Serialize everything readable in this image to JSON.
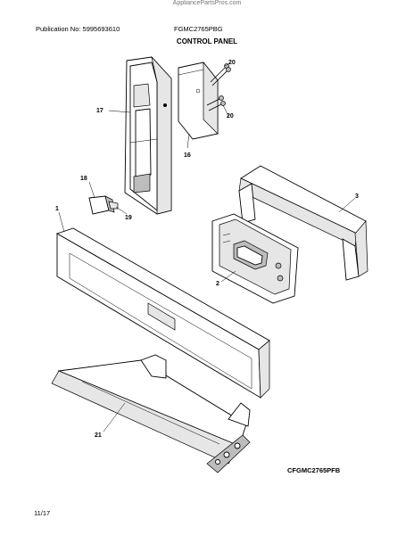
{
  "header": {
    "site": "AppliancePartsPros.com",
    "publication": "Publication No: 5995693610",
    "model": "FGMC2765PBG",
    "section_title": "CONTROL PANEL"
  },
  "footer": {
    "diagram_code": "CFGMC2765PFB",
    "page": "11/17"
  },
  "callouts": {
    "c1": "1",
    "c2": "2",
    "c3": "3",
    "c16": "16",
    "c17": "17",
    "c18": "18",
    "c19": "19",
    "c20a": "20",
    "c20b": "20",
    "c21": "21"
  }
}
